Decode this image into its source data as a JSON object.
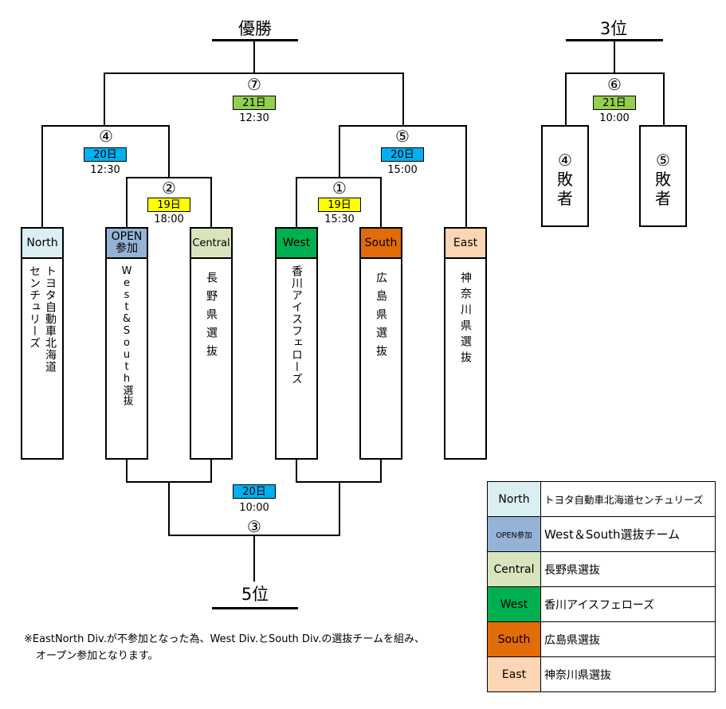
{
  "titles": {
    "champion": "優勝",
    "third": "3位",
    "fifth": "5位"
  },
  "matches": {
    "m7": {
      "num": "⑦",
      "date": "21日",
      "time": "12:30"
    },
    "m4": {
      "num": "④",
      "date": "20日",
      "time": "12:30"
    },
    "m5": {
      "num": "⑤",
      "date": "20日",
      "time": "15:00"
    },
    "m2": {
      "num": "②",
      "date": "19日",
      "time": "18:00"
    },
    "m1": {
      "num": "①",
      "date": "19日",
      "time": "15:30"
    },
    "m6": {
      "num": "⑥",
      "date": "21日",
      "time": "10:00"
    },
    "m3": {
      "num": "③",
      "date": "20日",
      "time": "10:00"
    }
  },
  "teams": {
    "north": {
      "div": "North",
      "name": "トヨタ自動車北海道\nセンチュリーズ"
    },
    "open": {
      "div": "OPEN\n参加",
      "name": "West&South選抜"
    },
    "central": {
      "div": "Central",
      "name": "長野県選抜"
    },
    "west": {
      "div": "West",
      "name": "香川アイスフェローズ"
    },
    "south": {
      "div": "South",
      "name": "広島県選抜"
    },
    "east": {
      "div": "East",
      "name": "神奈川県選抜"
    }
  },
  "losers": {
    "l4": "④\n敗\n者",
    "l5": "⑤\n敗\n者"
  },
  "note": [
    "※EastNorth Div.が不参加となった為、West Div.とSouth Div.の選抜チームを組み、",
    "オープン参加となります。"
  ],
  "legend": [
    {
      "key": "North",
      "value": "トヨタ自動車北海道センチュリーズ"
    },
    {
      "key": "OPEN参加",
      "value": "West＆South選抜チーム"
    },
    {
      "key": "Central",
      "value": "長野県選抜"
    },
    {
      "key": "West",
      "value": "香川アイスフェローズ"
    },
    {
      "key": "South",
      "value": "広島県選抜"
    },
    {
      "key": "East",
      "value": "神奈川県選抜"
    }
  ],
  "colors": {
    "date_green": "#92d050",
    "date_blue": "#00b0f0",
    "date_yellow": "#ffff00",
    "north": "#daeef3",
    "open": "#95b3d7",
    "central": "#d8e4bc",
    "west": "#00b050",
    "south": "#e26b0a",
    "east": "#fcd5b4"
  }
}
